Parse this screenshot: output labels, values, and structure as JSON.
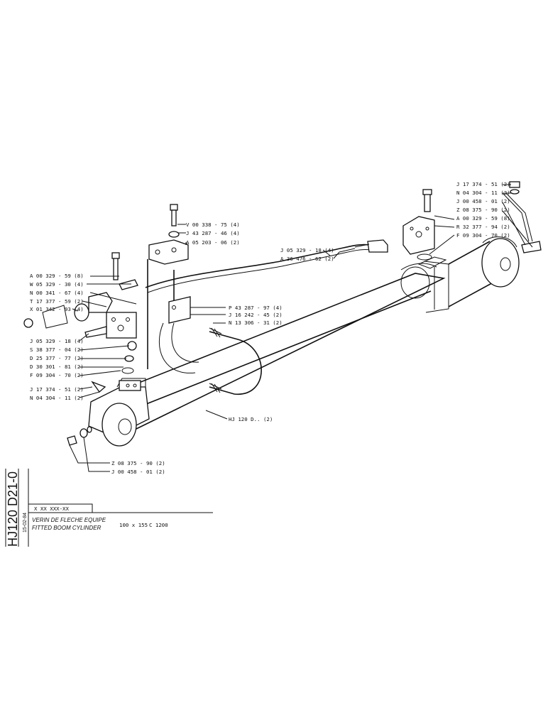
{
  "callouts": {
    "v00338": "V 00 338 - 75 (4)",
    "j43287": "J 43 287 - 46 (4)",
    "a05203": "A 05 203 - 06 (2)",
    "j05329_top": "J 05 329 - 18 (4)",
    "a36476": "A 36 476 - 62 (2)",
    "a00329_left": "A 00 329 - 59 (8)",
    "w05329": "W 05 329 - 30 (4)",
    "n00341": "N 00 341 - 67 (4)",
    "t17377": "T 17 377 - 59 (2)",
    "x01342": "X 01 342 - 93 (4)",
    "p43287": "P 43 287 - 97 (4)",
    "j16242": "J 16 242 - 45 (2)",
    "n13306": "N 13 306 - 31 (2)",
    "j05329_left": "J 05 329 - 18 (4)",
    "s38377": "S 38 377 - 04 (2)",
    "d25377": "D 25 377 - 77 (2)",
    "d30301": "D 30 301 - 81 (2)",
    "f09304_left": "F 09 304 - 70 (2)",
    "j17374_left": "J 17 374 - 51 (2)",
    "n04304_left": "N 04 304 - 11 (2)",
    "hj120": "HJ 120 D.. (2)",
    "z08375_bot": "Z 08 375 - 90 (2)",
    "j00458_bot": "J 00 458 - 01 (2)",
    "j17374_right": "J 17 374 - 51 (2)",
    "n04304_right": "N 04 304 - 11 (2)",
    "j00458_right": "J 00 458 - 01 (2)",
    "z08375_right": "Z 08 375 - 90 (2)",
    "a00329_right": "A 00 329 - 59 (8)",
    "r32377": "R 32 377 - 94 (2)",
    "f09304_right": "F 09 304 - 70 (2)"
  },
  "title_block": {
    "code": "X XX XXX-XX",
    "title_fr": "VERIN DE FLECHE EQUIPE",
    "title_en": "FITTED BOOM CYLINDER",
    "dimensions": "100 x 155",
    "stroke_code": "C 1200",
    "doc_number": "HJ120 D21-0",
    "date": "15-02-84"
  }
}
